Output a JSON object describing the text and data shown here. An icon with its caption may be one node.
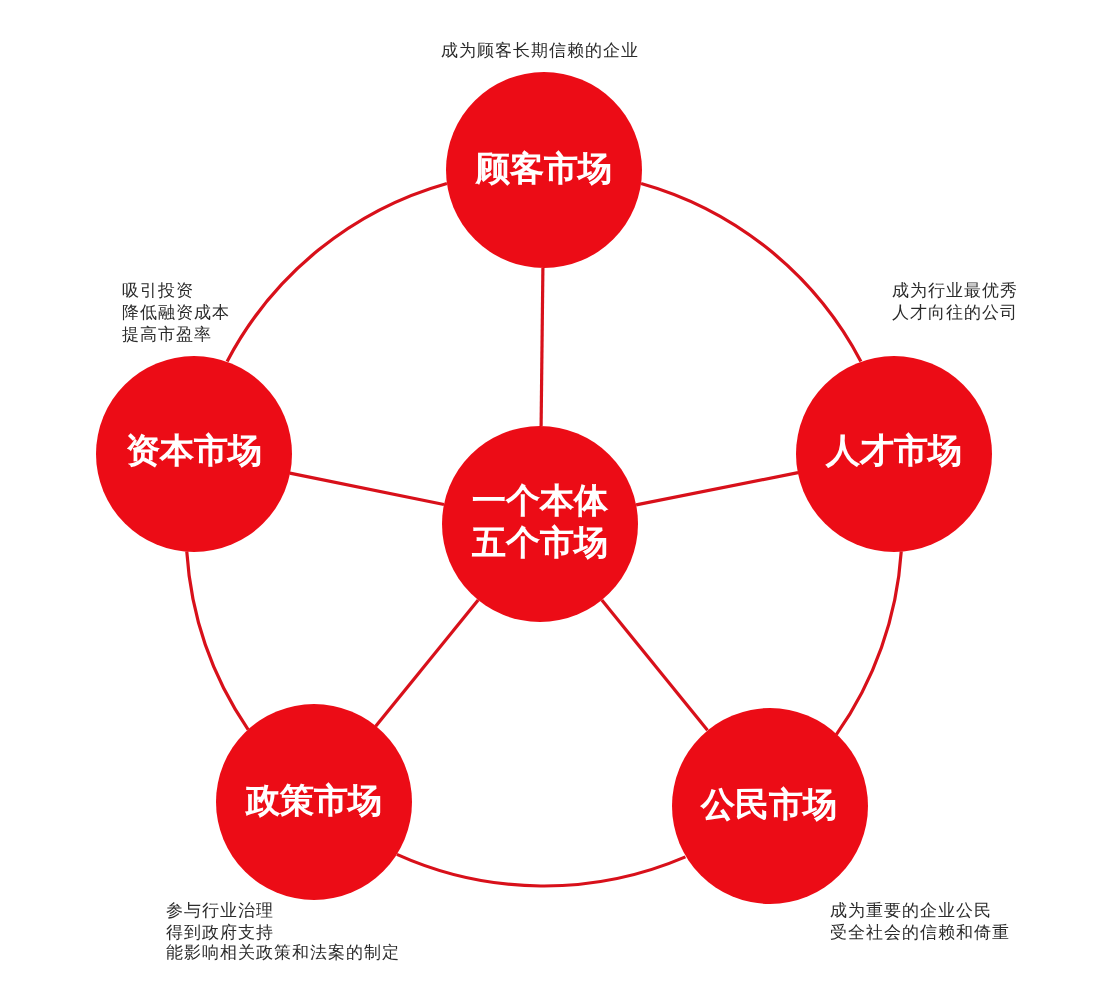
{
  "diagram": {
    "nodes": [
      {
        "text": [
          "顾客市场"
        ],
        "beside": [
          "成为顾客长期信赖的企业"
        ]
      },
      {
        "text": [
          "资本市场"
        ],
        "beside": [
          "吸引投资",
          "降低融资成本",
          "提高市盈率"
        ]
      },
      {
        "text": [
          "一个本体五个市场"
        ]
      },
      {
        "text": [
          "人才市场"
        ],
        "beside": [
          "成为行业最优秀人才向往的公司"
        ]
      },
      {
        "text": [
          "政策市场"
        ],
        "beside": [
          "参与行业治理",
          "得到政府支持",
          "能影响相关政策和法案的制定"
        ]
      },
      {
        "text": [
          "公民市场"
        ],
        "beside": [
          "成为重要的企业公民",
          "受全社会的信赖和倚重"
        ]
      }
    ],
    "edges": [
      {
        "from": 0,
        "to": 3,
        "arrow": "none"
      },
      {
        "from": 3,
        "to": 5,
        "arrow": "none"
      },
      {
        "from": 5,
        "to": 4,
        "arrow": "none"
      },
      {
        "from": 4,
        "to": 1,
        "arrow": "none"
      },
      {
        "from": 1,
        "to": 0,
        "arrow": "none"
      },
      {
        "from": 2,
        "to": 0,
        "arrow": "none"
      },
      {
        "from": 2,
        "to": 1,
        "arrow": "none"
      },
      {
        "from": 2,
        "to": 3,
        "arrow": "none"
      },
      {
        "from": 2,
        "to": 4,
        "arrow": "none"
      },
      {
        "from": 2,
        "to": 5,
        "arrow": "none"
      }
    ]
  }
}
